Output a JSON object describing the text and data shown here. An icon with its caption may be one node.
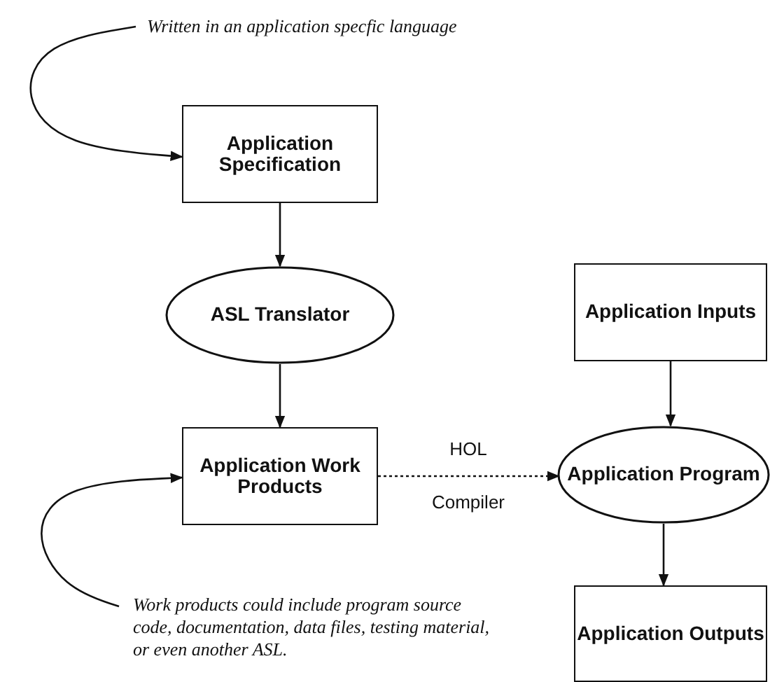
{
  "diagram": {
    "nodes": [
      {
        "text": [
          "Written in  an application specfic language"
        ]
      },
      {
        "text": [
          "Application Specification"
        ]
      },
      {
        "text": [
          "ASL Translator"
        ]
      },
      {
        "text": [
          "Application Work Products"
        ]
      },
      {
        "text": [
          "Application Inputs"
        ]
      },
      {
        "text": [
          "Application Program"
        ]
      },
      {
        "text": [
          "Application Outputs"
        ]
      },
      {
        "text": [
          "Work products could include program source code, documentation, data files, testing material, or even another ASL."
        ]
      }
    ],
    "edges": [
      {
        "from": 0,
        "to": 1,
        "arrow": "to"
      },
      {
        "from": 1,
        "to": 2,
        "arrow": "to"
      },
      {
        "from": 2,
        "to": 3,
        "arrow": "to"
      },
      {
        "from": 3,
        "to": 5,
        "arrow": "to",
        "label": "HOL Compiler",
        "style": "dashed"
      },
      {
        "from": 4,
        "to": 5,
        "arrow": "to"
      },
      {
        "from": 5,
        "to": 6,
        "arrow": "to"
      },
      {
        "from": 7,
        "to": 3,
        "arrow": "to"
      }
    ]
  }
}
